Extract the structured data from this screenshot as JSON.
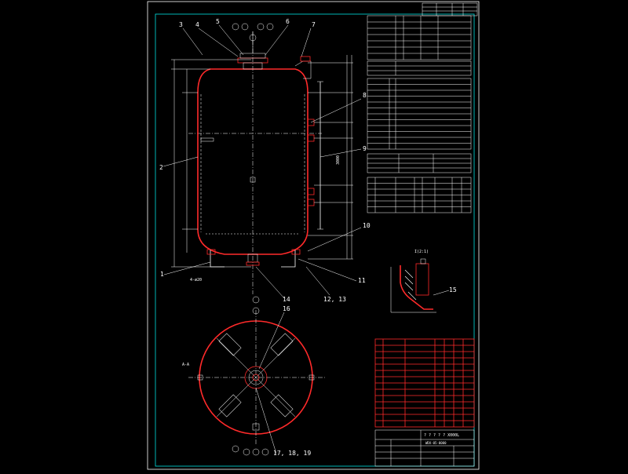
{
  "colors": {
    "background": "#000000",
    "frame": "#00e0e0",
    "vessel_outline": "#ff2a2a",
    "lines": "#ffffff"
  },
  "leader_numbers": {
    "n1": "1",
    "n2": "2",
    "n3": "3",
    "n4": "4",
    "n5": "5",
    "n6": "6",
    "n7": "7",
    "n8": "8",
    "n9": "9",
    "n10": "10",
    "n11": "11",
    "n12_13": "12, 13",
    "n14": "14",
    "n15": "15",
    "n16": "16",
    "n17_18_19": "17, 18, 19"
  },
  "detail_view_label": "I(2:1)",
  "plan_view_label": "A-A",
  "dimension_labels": {
    "bottom_dim": "4-ø20",
    "height_dim": "3000"
  },
  "title_block": {
    "drawing_title": "? ? ? ? ? X000L",
    "drawing_number": "WDX-05-0000"
  },
  "icon_names": [
    "nozzle-flange-icon",
    "support-leg-icon",
    "manhole-icon"
  ]
}
